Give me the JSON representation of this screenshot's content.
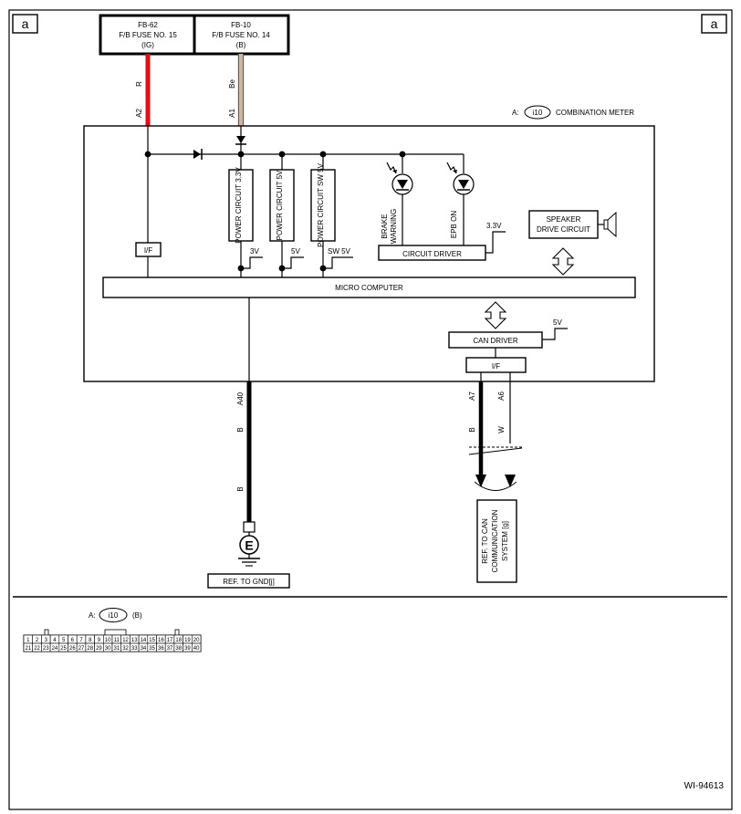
{
  "page": {
    "corner_left": "a",
    "corner_right": "a",
    "figure_id": "WI-94613"
  },
  "fuses": {
    "left": {
      "name": "FB-62",
      "desc": "F/B FUSE NO. 15",
      "tag": "(IG)"
    },
    "right": {
      "name": "FB-10",
      "desc": "F/B FUSE NO. 14",
      "tag": "(B)"
    }
  },
  "wires": {
    "a2_color": "R",
    "a2_pin": "A2",
    "a1_color": "Be",
    "a1_pin": "A1",
    "a40_pin": "A40",
    "a40_color_1": "B",
    "a40_color_2": "B",
    "a7_pin": "A7",
    "a6_pin": "A6",
    "a7_color": "B",
    "a6_color": "W"
  },
  "colors": {
    "red_wire": "#dd1111",
    "beige_wire": "#cdb9a3"
  },
  "meter": {
    "prefix": "A:",
    "connector": "i10",
    "label": "COMBINATION METER",
    "power_33": "POWER CIRCUIT 3.3V",
    "power_5": "POWER CIRCUIT 5V",
    "power_sw5": "POWER CIRCUIT SW 5V",
    "v_3": "3V",
    "v_5": "5V",
    "v_sw5": "SW 5V",
    "brake_warning": "BRAKE WARNING",
    "epb_on": "EPB ON",
    "v_33": "3.3V",
    "circuit_driver": "CIRCUIT DRIVER",
    "speaker_line1": "SPEAKER",
    "speaker_line2": "DRIVE CIRCUIT",
    "if_left": "I/F",
    "micro_computer": "MICRO COMPUTER",
    "can_driver": "CAN DRIVER",
    "v_can": "5V",
    "if_can": "I/F"
  },
  "ground": {
    "symbol": "E",
    "ref": "REF. TO GND[j]"
  },
  "can_ref": {
    "line1": "REF. TO CAN",
    "line2": "COMMUNICATION",
    "line3": "SYSTEM [g]"
  },
  "connector_view": {
    "prefix": "A:",
    "connector": "i10",
    "tag": "(B)",
    "row1": [
      "1",
      "2",
      "3",
      "4",
      "5",
      "6",
      "7",
      "8",
      "9",
      "10",
      "11",
      "12",
      "13",
      "14",
      "15",
      "16",
      "17",
      "18",
      "19",
      "20"
    ],
    "row2": [
      "21",
      "22",
      "23",
      "24",
      "25",
      "26",
      "27",
      "28",
      "29",
      "30",
      "31",
      "32",
      "33",
      "34",
      "35",
      "36",
      "37",
      "38",
      "39",
      "40"
    ]
  }
}
